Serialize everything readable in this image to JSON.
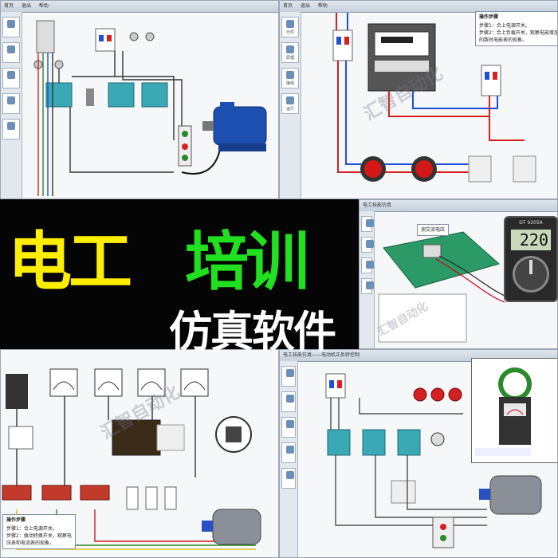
{
  "panels": {
    "top_left": {
      "tabs": [
        "首页",
        "退出",
        "帮助"
      ]
    },
    "top_right": {
      "tabs": [
        "首页",
        "退出",
        "帮助"
      ],
      "sidebar": [
        "元件",
        "原理",
        "接线",
        "运行"
      ]
    },
    "middle_right": {
      "title": "电工技能仿真",
      "screen_value": "220",
      "meter_brand": "DT 9205A",
      "label_box": "测交流电压"
    },
    "bottom_right": {
      "title": "电工技能仿真——电动机正反转控制"
    }
  },
  "banner": {
    "line1_a": "电工",
    "line1_b": "培训",
    "line2": "仿真软件"
  },
  "step_box_top": {
    "heading": "操作步骤",
    "step1": "步骤1：合上电源开关。",
    "step2": "步骤2：合上负载开关，观察电能增加的数时电能表的现象。"
  },
  "step_box_bottom": {
    "heading": "操作步骤",
    "step1": "步骤1：合上电源开关。",
    "step2": "步骤2：拨动转换开关，观察电压表和电流表的现象。"
  },
  "watermark": "汇智自动化",
  "colors": {
    "banner_yellow": "#ffee00",
    "banner_green": "#20e020",
    "wire_red": "#d42020",
    "wire_blue": "#1f4fd8",
    "contactor_teal": "#3aa9b5",
    "motor_blue": "#1d4fb0"
  }
}
